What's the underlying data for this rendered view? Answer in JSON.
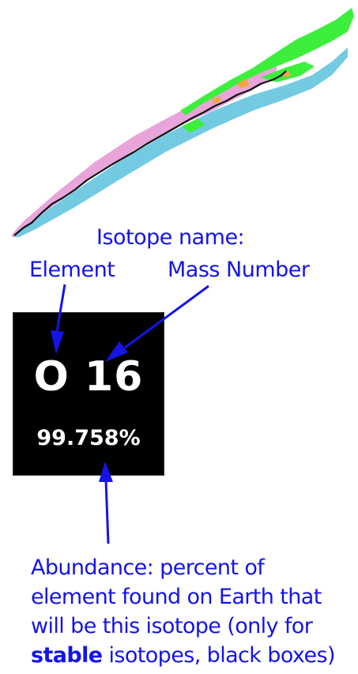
{
  "labels": {
    "isotope_name": "Isotope name:",
    "element": "Element",
    "mass_number": "Mass Number"
  },
  "isotope": {
    "symbol": "O 16",
    "abundance": "99.758%"
  },
  "description": {
    "line1": "Abundance: percent of",
    "line2": "element found on Earth that",
    "line3": "will be this isotope (only for",
    "line4_bold": "stable",
    "line4_rest": " isotopes, black boxes)"
  },
  "colors": {
    "annotation": "#1414e6",
    "box": "#000000",
    "pink": "#e8a0d8",
    "cyan": "#6cc8e0",
    "green": "#33ee33"
  }
}
